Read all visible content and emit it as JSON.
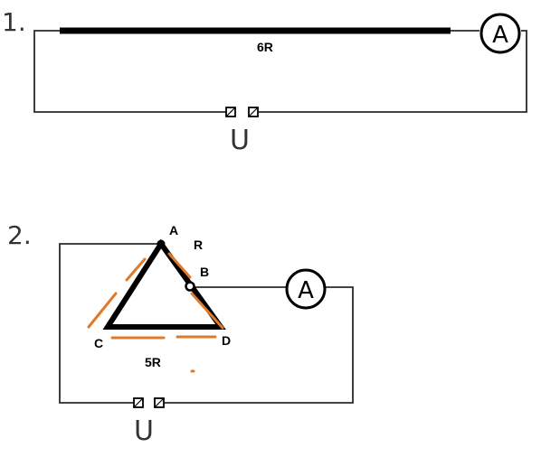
{
  "circuit1": {
    "number": "1.",
    "resistor_label": "6R",
    "meter": "A",
    "source": "U"
  },
  "circuit2": {
    "number": "2.",
    "node_a": "A",
    "node_b": "B",
    "node_c": "C",
    "node_d": "D",
    "label_ab": "R",
    "label_bottom": "5R",
    "meter": "A",
    "source": "U"
  },
  "colors": {
    "wire": "#2a2a2a",
    "conductor": "#000000",
    "highlight": "#e07a2a"
  },
  "icons": {
    "ammeter": "ammeter-icon",
    "terminal": "terminal-icon"
  }
}
